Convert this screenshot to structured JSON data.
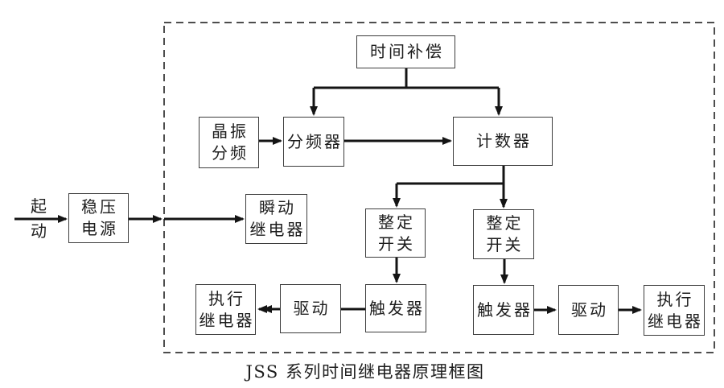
{
  "diagram": {
    "caption": "JSS 系列时间继电器原理框图",
    "input_label": {
      "line1": "起",
      "line2": "动"
    },
    "boxes": {
      "time_compensation": {
        "label": "时间补偿"
      },
      "crystal_osc": {
        "line1": "晶振",
        "line2": "分频"
      },
      "divider": {
        "label": "分频器"
      },
      "counter": {
        "label": "计数器"
      },
      "power": {
        "line1": "稳压",
        "line2": "电源"
      },
      "instant_relay": {
        "line1": "瞬动",
        "line2": "继电器"
      },
      "setting_switch_left": {
        "line1": "整定",
        "line2": "开关"
      },
      "setting_switch_right": {
        "line1": "整定",
        "line2": "开关"
      },
      "trigger_left": {
        "label": "触发器"
      },
      "trigger_right": {
        "label": "触发器"
      },
      "drive_left": {
        "label": "驱动"
      },
      "drive_right": {
        "label": "驱动"
      },
      "exec_relay_left": {
        "line1": "执行",
        "line2": "继电器"
      },
      "exec_relay_right": {
        "line1": "执行",
        "line2": "继电器"
      }
    },
    "colors": {
      "background": "#ffffff",
      "line": "#141414",
      "box_border": "#3d3d3d",
      "dashed_border": "#4d4d4d",
      "text": "#1d1d1d"
    }
  }
}
